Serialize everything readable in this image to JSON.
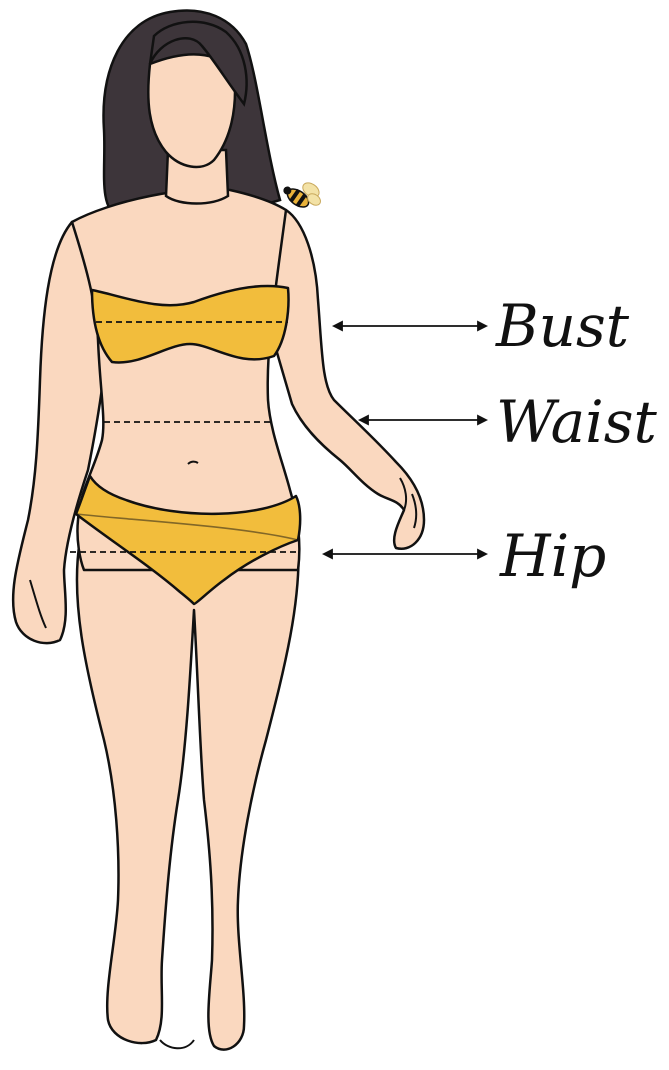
{
  "labels": {
    "bust": "Bust",
    "waist": "Waist",
    "hip": "Hip"
  },
  "colors": {
    "skin": "#FAD8BF",
    "hair": "#3D353A",
    "swimsuit": "#F2BD3C",
    "outline": "#111111",
    "bee_body": "#E9B23A",
    "bee_wing": "#F3E2A6"
  },
  "icons": {
    "bee": "bee-icon",
    "arrow": "double-headed-arrow"
  }
}
